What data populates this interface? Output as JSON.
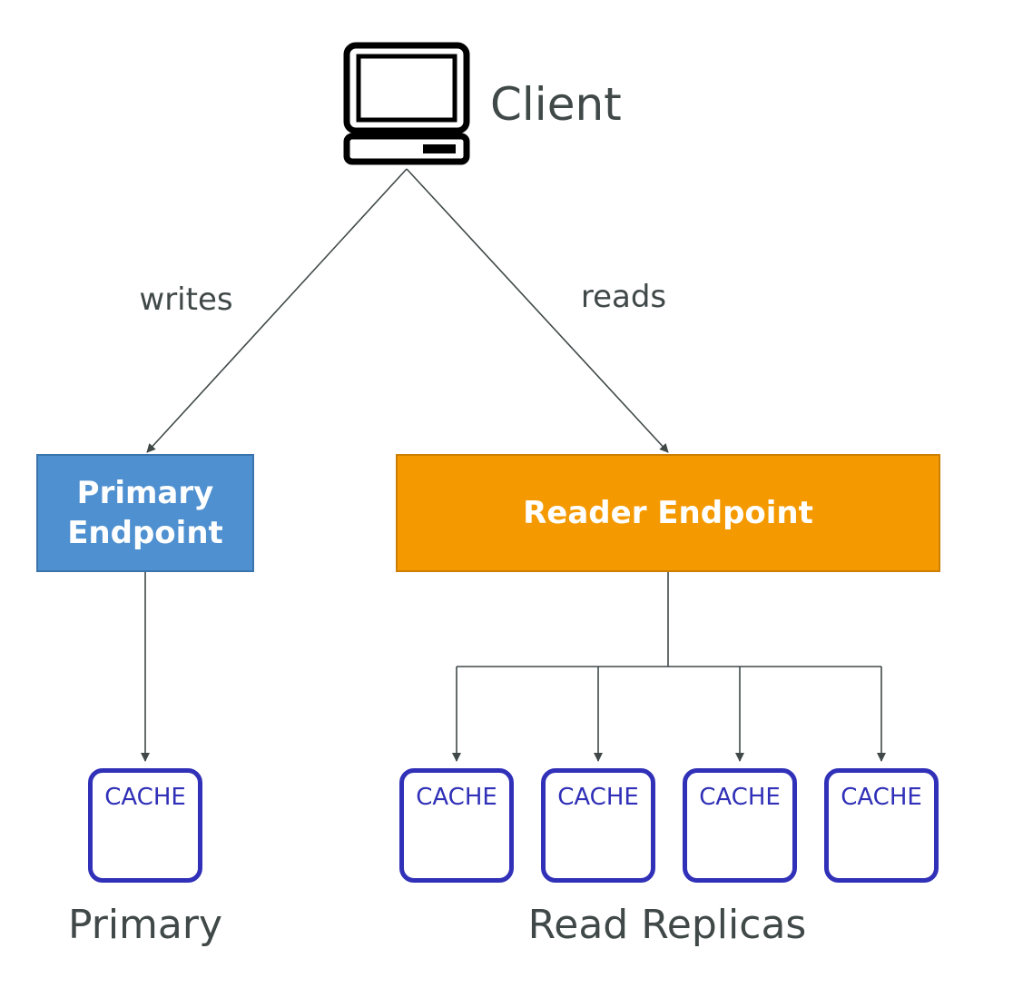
{
  "client": {
    "label": "Client",
    "icon": "computer-icon"
  },
  "edges": {
    "writes": "writes",
    "reads": "reads"
  },
  "endpoints": {
    "primary": {
      "line1": "Primary",
      "line2": "Endpoint",
      "color": "#4f90d0"
    },
    "reader": {
      "label": "Reader Endpoint",
      "color": "#f49a00"
    }
  },
  "cache_nodes": {
    "primary": "CACHE",
    "replicas": [
      "CACHE",
      "CACHE",
      "CACHE",
      "CACHE"
    ],
    "border_color": "#3030b8"
  },
  "group_labels": {
    "primary": "Primary",
    "replicas": "Read Replicas"
  }
}
